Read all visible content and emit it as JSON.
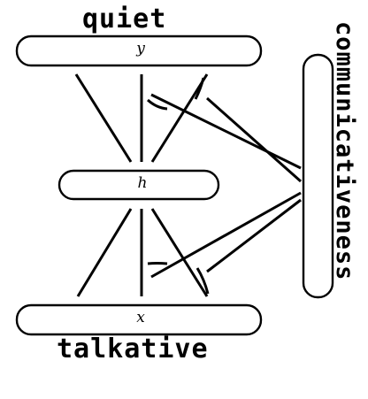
{
  "captions": {
    "top": "quiet",
    "bottom": "talkative",
    "right": "communicativeness"
  },
  "nodes": {
    "y": "y",
    "h": "h",
    "x": "x"
  }
}
